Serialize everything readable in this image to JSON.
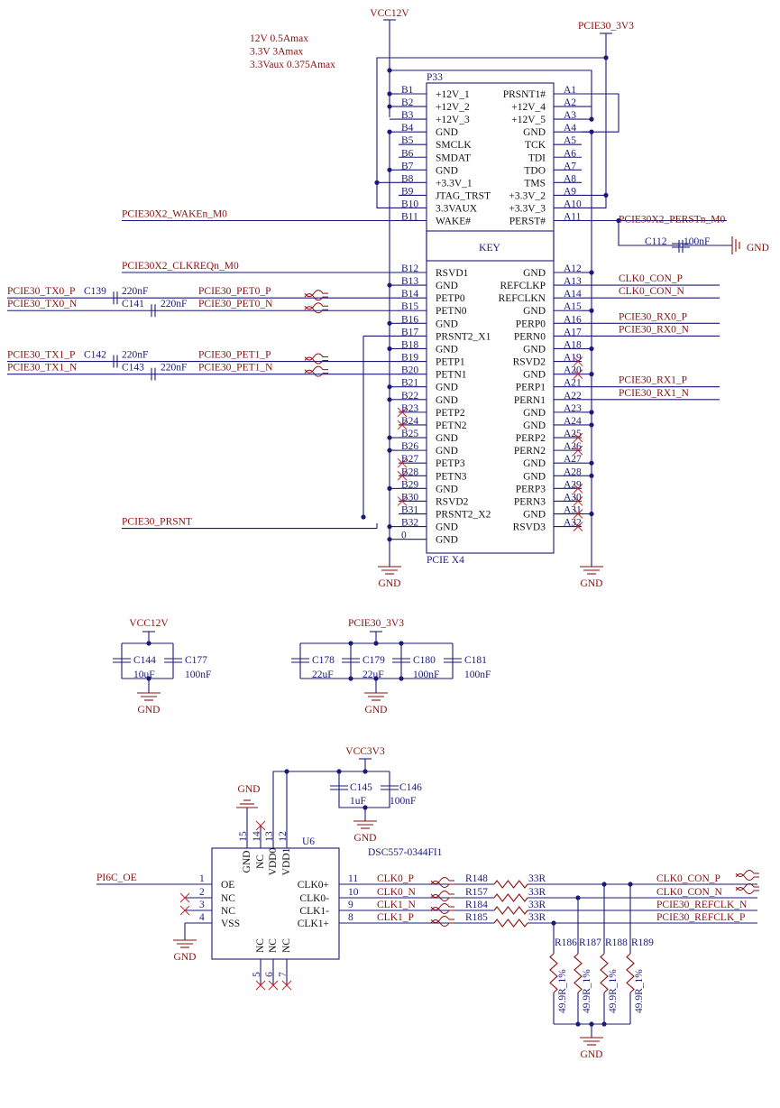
{
  "connector": {
    "refdes": "P33",
    "footer": "PCIE X4",
    "key_label": "KEY",
    "power_notes": [
      "12V   0.5Amax",
      "3.3V   3Amax",
      "3.3Vaux  0.375Amax"
    ],
    "left_pins": [
      {
        "pin": "B1",
        "name": "+12V_1"
      },
      {
        "pin": "B2",
        "name": "+12V_2"
      },
      {
        "pin": "B3",
        "name": "+12V_3"
      },
      {
        "pin": "B4",
        "name": "GND"
      },
      {
        "pin": "B5",
        "name": "SMCLK"
      },
      {
        "pin": "B6",
        "name": "SMDAT"
      },
      {
        "pin": "B7",
        "name": "GND"
      },
      {
        "pin": "B8",
        "name": "+3.3V_1"
      },
      {
        "pin": "B9",
        "name": "JTAG_TRST"
      },
      {
        "pin": "B10",
        "name": "3.3VAUX"
      },
      {
        "pin": "B11",
        "name": "WAKE#"
      },
      {
        "pin": "B12",
        "name": "RSVD1"
      },
      {
        "pin": "B13",
        "name": "GND"
      },
      {
        "pin": "B14",
        "name": "PETP0"
      },
      {
        "pin": "B15",
        "name": "PETN0"
      },
      {
        "pin": "B16",
        "name": "GND"
      },
      {
        "pin": "B17",
        "name": "PRSNT2_X1"
      },
      {
        "pin": "B18",
        "name": "GND"
      },
      {
        "pin": "B19",
        "name": "PETP1"
      },
      {
        "pin": "B20",
        "name": "PETN1"
      },
      {
        "pin": "B21",
        "name": "GND"
      },
      {
        "pin": "B22",
        "name": "GND"
      },
      {
        "pin": "B23",
        "name": "PETP2"
      },
      {
        "pin": "B24",
        "name": "PETN2"
      },
      {
        "pin": "B25",
        "name": "GND"
      },
      {
        "pin": "B26",
        "name": "GND"
      },
      {
        "pin": "B27",
        "name": "PETP3"
      },
      {
        "pin": "B28",
        "name": "PETN3"
      },
      {
        "pin": "B29",
        "name": "GND"
      },
      {
        "pin": "B30",
        "name": "RSVD2"
      },
      {
        "pin": "B31",
        "name": "PRSNT2_X2"
      },
      {
        "pin": "B32",
        "name": "GND"
      },
      {
        "pin": "0",
        "name": "GND"
      }
    ],
    "right_pins": [
      {
        "pin": "A1",
        "name": "PRSNT1#"
      },
      {
        "pin": "A2",
        "name": "+12V_4"
      },
      {
        "pin": "A3",
        "name": "+12V_5"
      },
      {
        "pin": "A4",
        "name": "GND"
      },
      {
        "pin": "A5",
        "name": "TCK"
      },
      {
        "pin": "A6",
        "name": "TDI"
      },
      {
        "pin": "A7",
        "name": "TDO"
      },
      {
        "pin": "A8",
        "name": "TMS"
      },
      {
        "pin": "A9",
        "name": "+3.3V_2"
      },
      {
        "pin": "A10",
        "name": "+3.3V_3"
      },
      {
        "pin": "A11",
        "name": "PERST#"
      },
      {
        "pin": "A12",
        "name": "GND"
      },
      {
        "pin": "A13",
        "name": "REFCLKP"
      },
      {
        "pin": "A14",
        "name": "REFCLKN"
      },
      {
        "pin": "A15",
        "name": "GND"
      },
      {
        "pin": "A16",
        "name": "PERP0"
      },
      {
        "pin": "A17",
        "name": "PERN0"
      },
      {
        "pin": "A18",
        "name": "GND"
      },
      {
        "pin": "A19",
        "name": "RSVD2"
      },
      {
        "pin": "A20",
        "name": "GND"
      },
      {
        "pin": "A21",
        "name": "PERP1"
      },
      {
        "pin": "A22",
        "name": "PERN1"
      },
      {
        "pin": "A23",
        "name": "GND"
      },
      {
        "pin": "A24",
        "name": "GND"
      },
      {
        "pin": "A25",
        "name": "PERP2"
      },
      {
        "pin": "A26",
        "name": "PERN2"
      },
      {
        "pin": "A27",
        "name": "GND"
      },
      {
        "pin": "A28",
        "name": "GND"
      },
      {
        "pin": "A29",
        "name": "PERP3"
      },
      {
        "pin": "A30",
        "name": "PERN3"
      },
      {
        "pin": "A31",
        "name": "GND"
      },
      {
        "pin": "A32",
        "name": "RSVD3"
      }
    ]
  },
  "rails": {
    "vcc12v": "VCC12V",
    "pcie30_3v3": "PCIE30_3V3",
    "vcc3v3": "VCC3V3",
    "gnd": "GND"
  },
  "nets": {
    "wake": "PCIE30X2_WAKEn_M0",
    "perst": "PCIE30X2_PERSTn_M0",
    "clkreq": "PCIE30X2_CLKREQn_M0",
    "prsnt": "PCIE30_PRSNT",
    "tx0p_in": "PCIE30_TX0_P",
    "tx0n_in": "PCIE30_TX0_N",
    "tx1p_in": "PCIE30_TX1_P",
    "tx1n_in": "PCIE30_TX1_N",
    "pet0p": "PCIE30_PET0_P",
    "pet0n": "PCIE30_PET0_N",
    "pet1p": "PCIE30_PET1_P",
    "pet1n": "PCIE30_PET1_N",
    "clk0p": "CLK0_CON_P",
    "clk0n": "CLK0_CON_N",
    "rx0p": "PCIE30_RX0_P",
    "rx0n": "PCIE30_RX0_N",
    "rx1p": "PCIE30_RX1_P",
    "rx1n": "PCIE30_RX1_N",
    "oe": "PI6C_OE",
    "clk0_p": "CLK0_P",
    "clk0_n": "CLK0_N",
    "clk1_n": "CLK1_N",
    "clk1_p": "CLK1_P",
    "out_clk0p": "CLK0_CON_P",
    "out_clk0n": "CLK0_CON_N",
    "out_refn": "PCIE30_REFCLK_N",
    "out_refp": "PCIE30_REFCLK_P"
  },
  "caps": {
    "c139": {
      "ref": "C139",
      "val": "220nF"
    },
    "c141": {
      "ref": "C141",
      "val": "220nF"
    },
    "c142": {
      "ref": "C142",
      "val": "220nF"
    },
    "c143": {
      "ref": "C143",
      "val": "220nF"
    },
    "c112": {
      "ref": "C112",
      "val": "100nF"
    },
    "c144": {
      "ref": "C144",
      "val": "10uF"
    },
    "c177": {
      "ref": "C177",
      "val": "100nF"
    },
    "c178": {
      "ref": "C178",
      "val": "22uF"
    },
    "c179": {
      "ref": "C179",
      "val": "22uF"
    },
    "c180": {
      "ref": "C180",
      "val": "100nF"
    },
    "c181": {
      "ref": "C181",
      "val": "100nF"
    },
    "c145": {
      "ref": "C145",
      "val": "1uF"
    },
    "c146": {
      "ref": "C146",
      "val": "100nF"
    }
  },
  "osc": {
    "refdes": "U6",
    "part": "DSC557-0344FI1",
    "left_pins": [
      {
        "num": "1",
        "name": "OE"
      },
      {
        "num": "2",
        "name": "NC"
      },
      {
        "num": "3",
        "name": "NC"
      },
      {
        "num": "4",
        "name": "VSS"
      }
    ],
    "right_pins": [
      {
        "num": "11",
        "name": "CLK0+"
      },
      {
        "num": "10",
        "name": "CLK0-"
      },
      {
        "num": "9",
        "name": "CLK1-"
      },
      {
        "num": "8",
        "name": "CLK1+"
      }
    ],
    "top_pins": [
      {
        "num": "15",
        "name": "GND"
      },
      {
        "num": "14",
        "name": "NC"
      },
      {
        "num": "13",
        "name": "VDD0"
      },
      {
        "num": "12",
        "name": "VDD1"
      }
    ],
    "bottom_pins": [
      {
        "num": "5",
        "name": "NC"
      },
      {
        "num": "6",
        "name": "NC"
      },
      {
        "num": "7",
        "name": "NC"
      }
    ]
  },
  "series_res": [
    {
      "ref": "R148",
      "val": "33R"
    },
    {
      "ref": "R157",
      "val": "33R"
    },
    {
      "ref": "R184",
      "val": "33R"
    },
    {
      "ref": "R185",
      "val": "33R"
    }
  ],
  "term_res": [
    {
      "ref": "R186",
      "val": "49.9R_1%"
    },
    {
      "ref": "R187",
      "val": "49.9R_1%"
    },
    {
      "ref": "R188",
      "val": "49.9R_1%"
    },
    {
      "ref": "R189",
      "val": "49.9R_1%"
    }
  ]
}
